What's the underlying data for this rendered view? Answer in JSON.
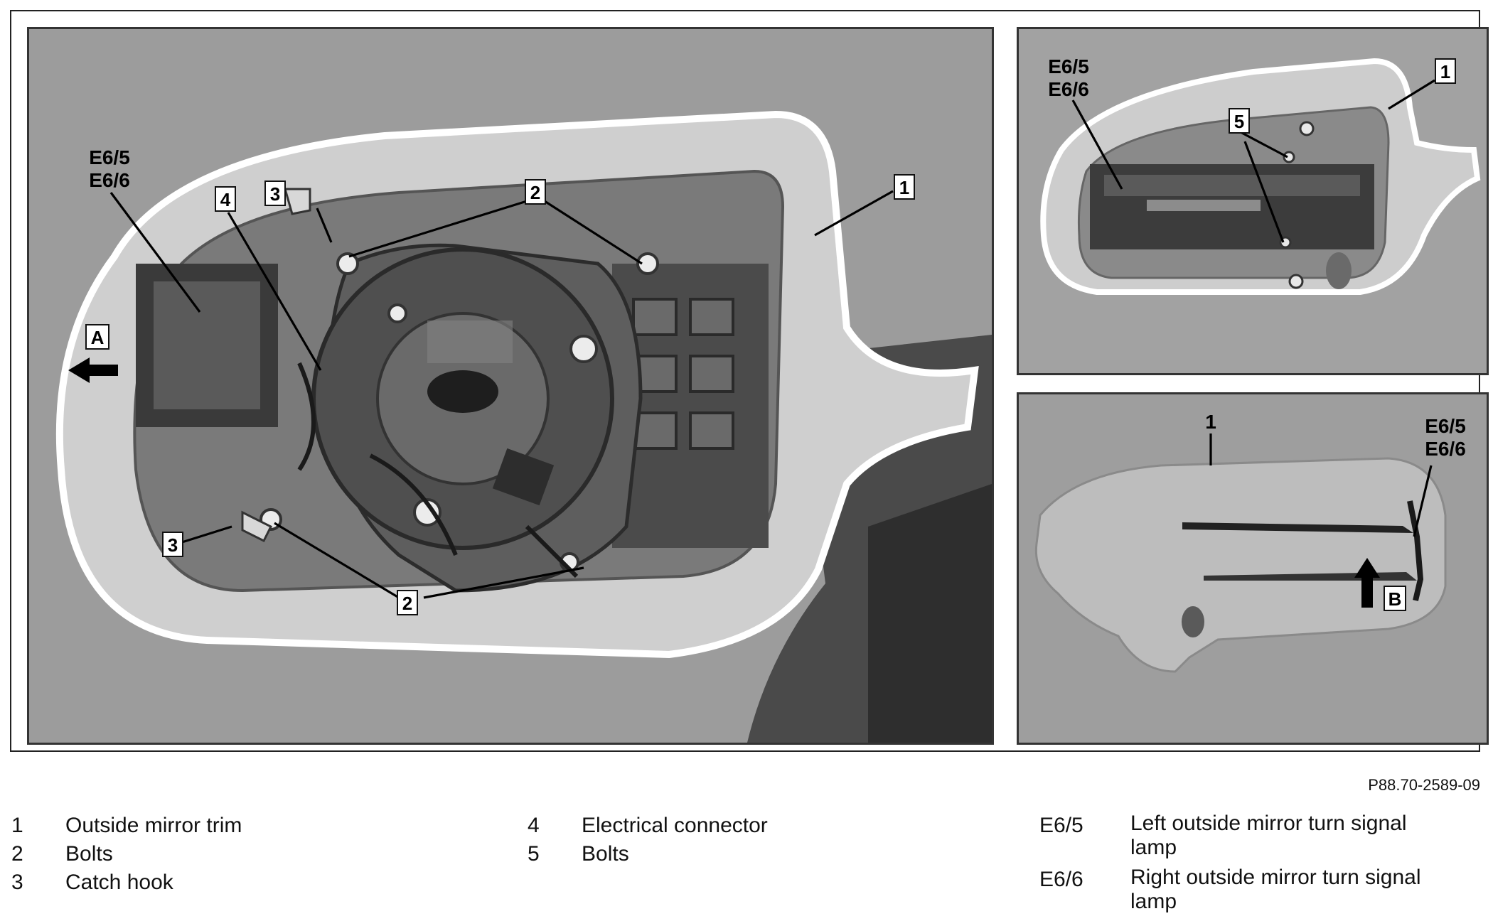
{
  "figure_code": "P88.70-2589-09",
  "labels": {
    "main": {
      "e6": [
        "E6/5",
        "E6/6"
      ],
      "one": "1",
      "two_top": "2",
      "two_bottom": "2",
      "three_top": "3",
      "three_bottom": "3",
      "four": "4",
      "a": "A"
    },
    "top_right": {
      "e6": [
        "E6/5",
        "E6/6"
      ],
      "one": "1",
      "five": "5"
    },
    "bottom_right": {
      "e6": [
        "E6/5",
        "E6/6"
      ],
      "one": "1",
      "b": "B"
    }
  },
  "legend": {
    "col1": [
      {
        "key": "1",
        "text": "Outside mirror trim"
      },
      {
        "key": "2",
        "text": "Bolts"
      },
      {
        "key": "3",
        "text": "Catch hook"
      }
    ],
    "col2": [
      {
        "key": "4",
        "text": "Electrical connector"
      },
      {
        "key": "5",
        "text": "Bolts"
      }
    ],
    "col3": [
      {
        "key": "E6/5",
        "text": "Left outside mirror turn signal lamp"
      },
      {
        "key": "E6/6",
        "text": "Right outside mirror turn signal lamp"
      }
    ]
  }
}
